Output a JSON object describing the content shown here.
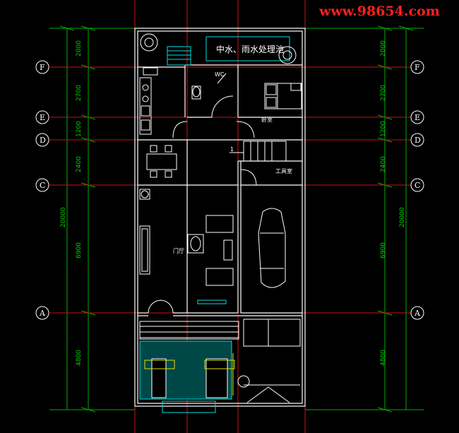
{
  "watermark": "www.98654.com",
  "tank_label": "中水、雨水处理池",
  "rooms": {
    "bedroom": "卧室",
    "tool_room": "工具室",
    "foyer": "门厅",
    "toilet_tag": "WC"
  },
  "axes": {
    "F": "F",
    "E": "E",
    "D": "D",
    "C": "C",
    "A": "A"
  },
  "dims_left": {
    "d1": "2000",
    "d2": "2700",
    "d3": "1200",
    "d4": "2400",
    "d5": "6900",
    "d6": "4800",
    "total": "20000"
  },
  "dims_right": {
    "d1": "2000",
    "d2": "2700",
    "d3": "1200",
    "d4": "2400",
    "d5": "6900",
    "d6": "4800",
    "total": "20000"
  },
  "stair_tag": "1",
  "colors": {
    "background": "#000000",
    "wall": "#ffffff",
    "axis_line": "#ff2020",
    "dimension": "#00d000",
    "fixture": "#00e0e0",
    "plants": "#e0e000",
    "watermark": "#ff2020"
  }
}
